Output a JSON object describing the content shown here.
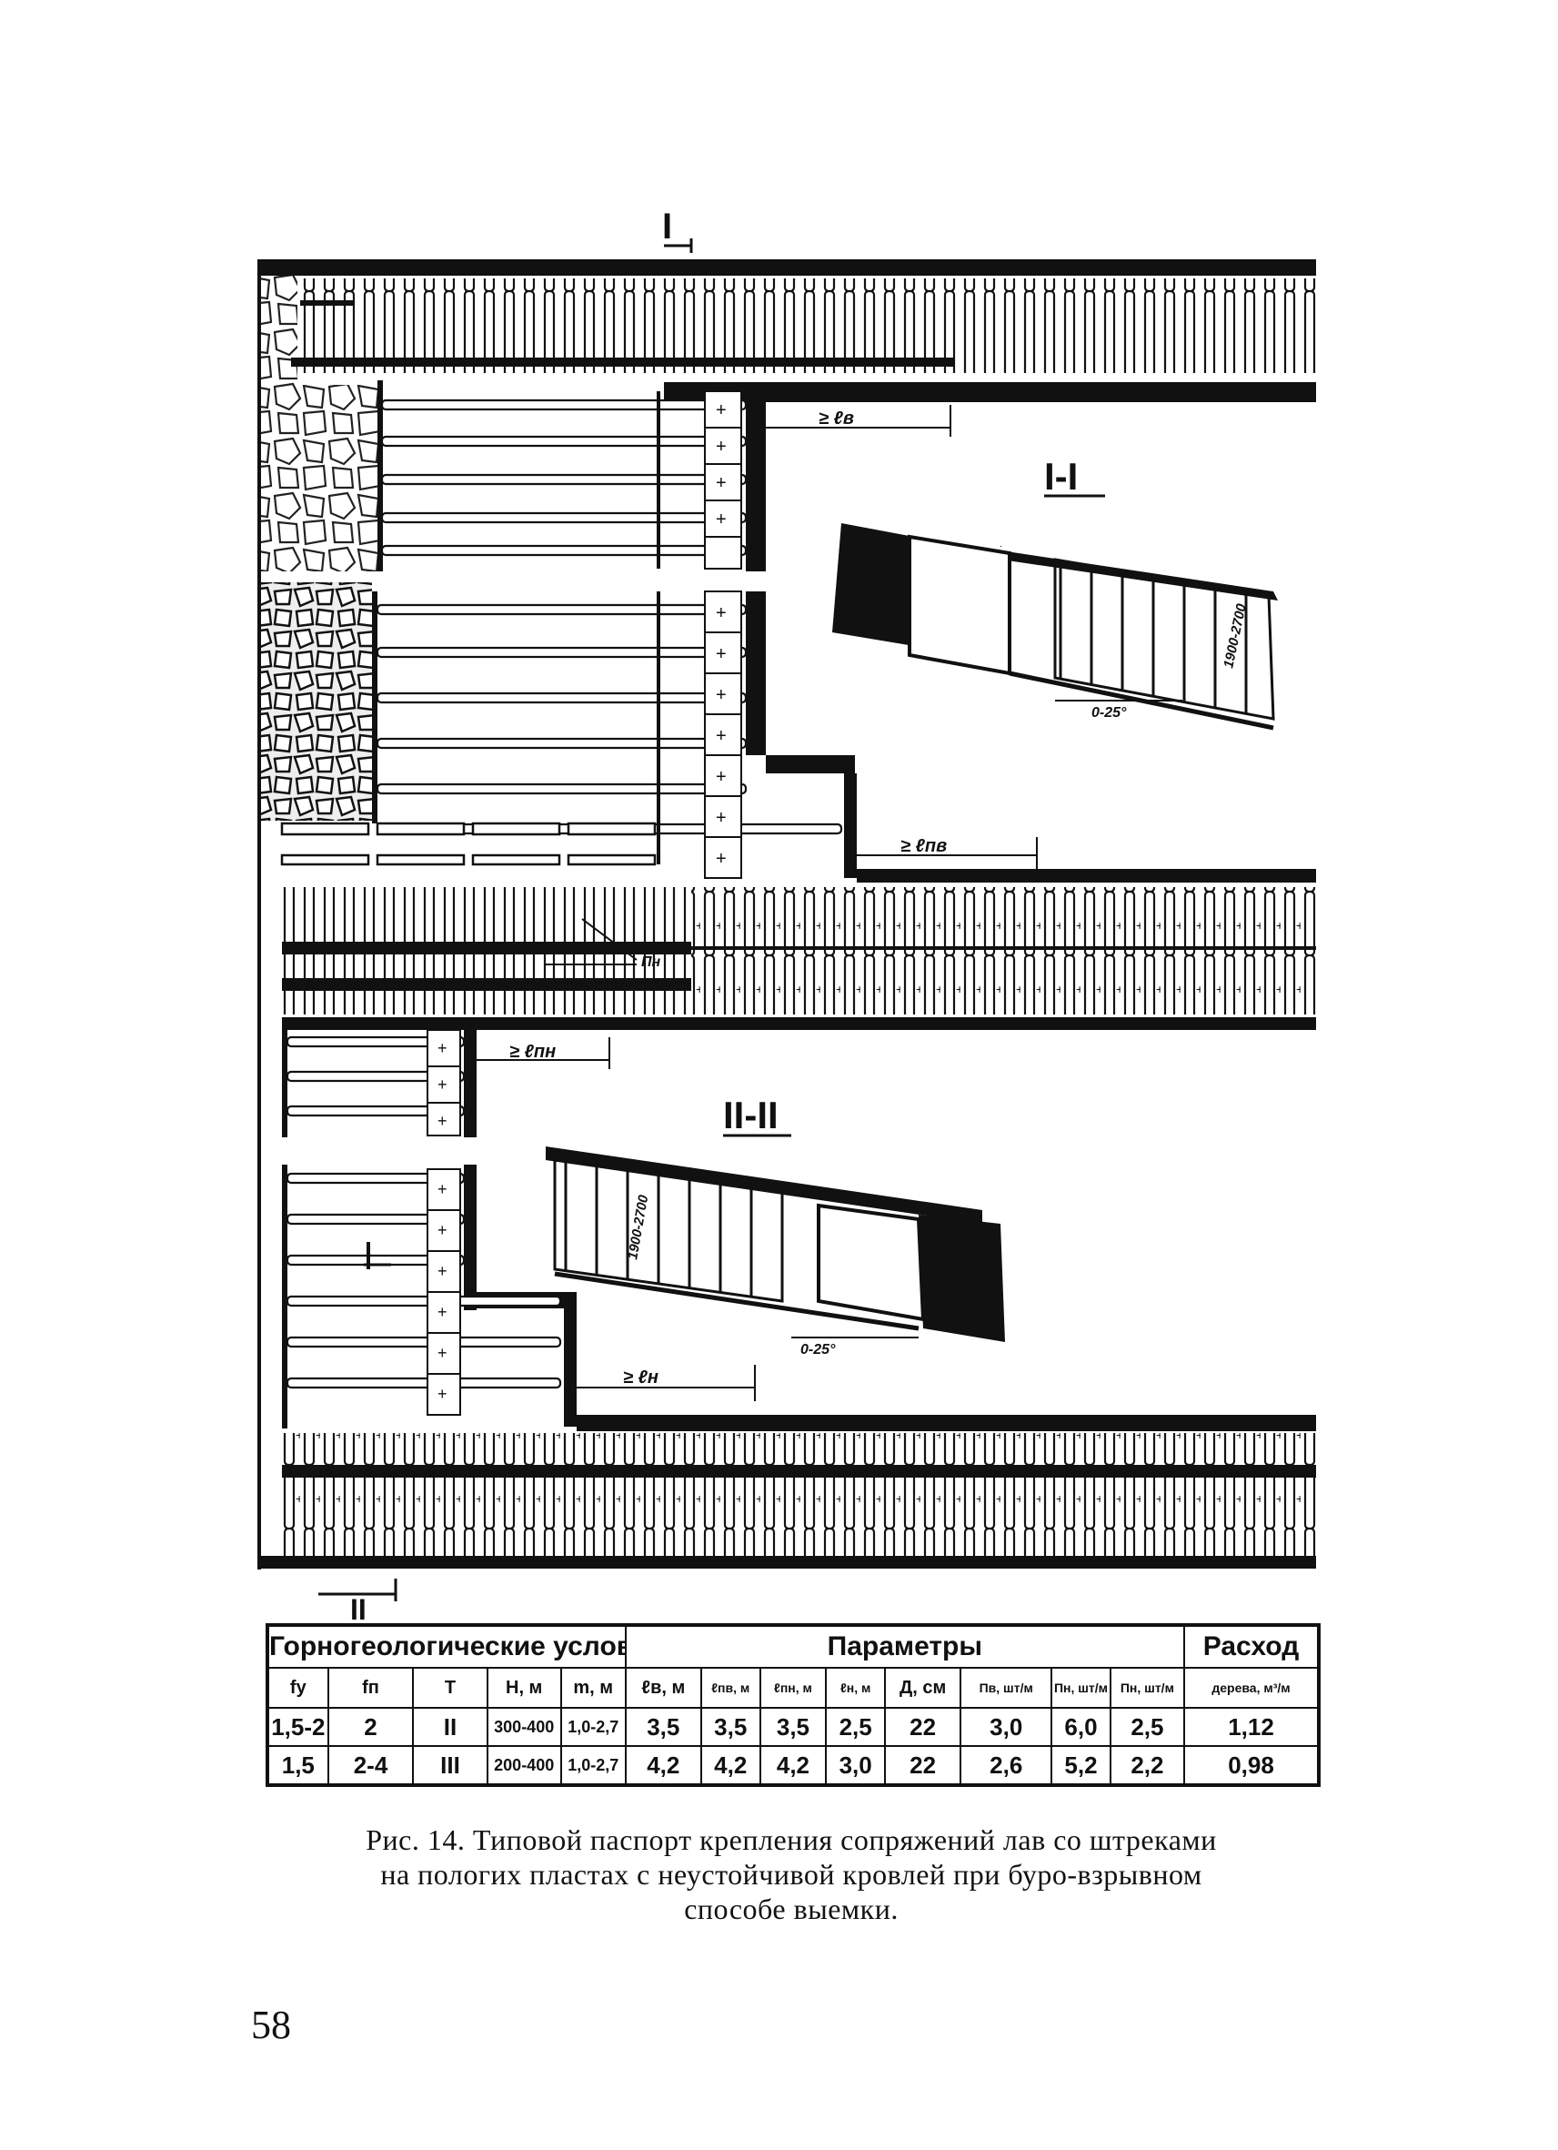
{
  "figure": {
    "section_marks": {
      "top_cut": "I",
      "section_1": "I-I",
      "section_2": "II-II",
      "bottom_cut": "II"
    },
    "dimensions": {
      "upper_gallery": "≥ ℓв",
      "upper_lava_bottom": "≥ ℓпв",
      "middle_lava": "≥ ℓпн",
      "lower_gallery": "≥ ℓн",
      "prop_label": "Пн",
      "section_1_height": "1900-2700",
      "section_1_angle": "0-25°",
      "section_2_height": "1900-2700",
      "section_2_angle": "0-25°"
    }
  },
  "table": {
    "group_headers": [
      "Горногеологические условия",
      "Параметры",
      "Расход"
    ],
    "columns": [
      "fу",
      "fп",
      "T",
      "H, м",
      "m, м",
      "ℓв, м",
      "ℓпв, м",
      "ℓпн, м",
      "ℓн, м",
      "Д, см",
      "Пв, шт/м",
      "Пн, шт/м",
      "Пн, шт/м",
      "дерева, м³/м"
    ],
    "rows": [
      [
        "1,5-2",
        "2",
        "II",
        "300-400",
        "1,0-2,7",
        "3,5",
        "3,5",
        "3,5",
        "2,5",
        "22",
        "3,0",
        "6,0",
        "2,5",
        "1,12"
      ],
      [
        "1,5",
        "2-4",
        "III",
        "200-400",
        "1,0-2,7",
        "4,2",
        "4,2",
        "4,2",
        "3,0",
        "22",
        "2,6",
        "5,2",
        "2,2",
        "0,98"
      ]
    ]
  },
  "caption": {
    "line1": "Рис. 14. Типовой паспорт крепления сопряжений  лав со штреками",
    "line2": "на пологих пластах с неустойчивой кровлей при буро-взрывном",
    "line3": "способе выемки."
  },
  "page_number": "58"
}
